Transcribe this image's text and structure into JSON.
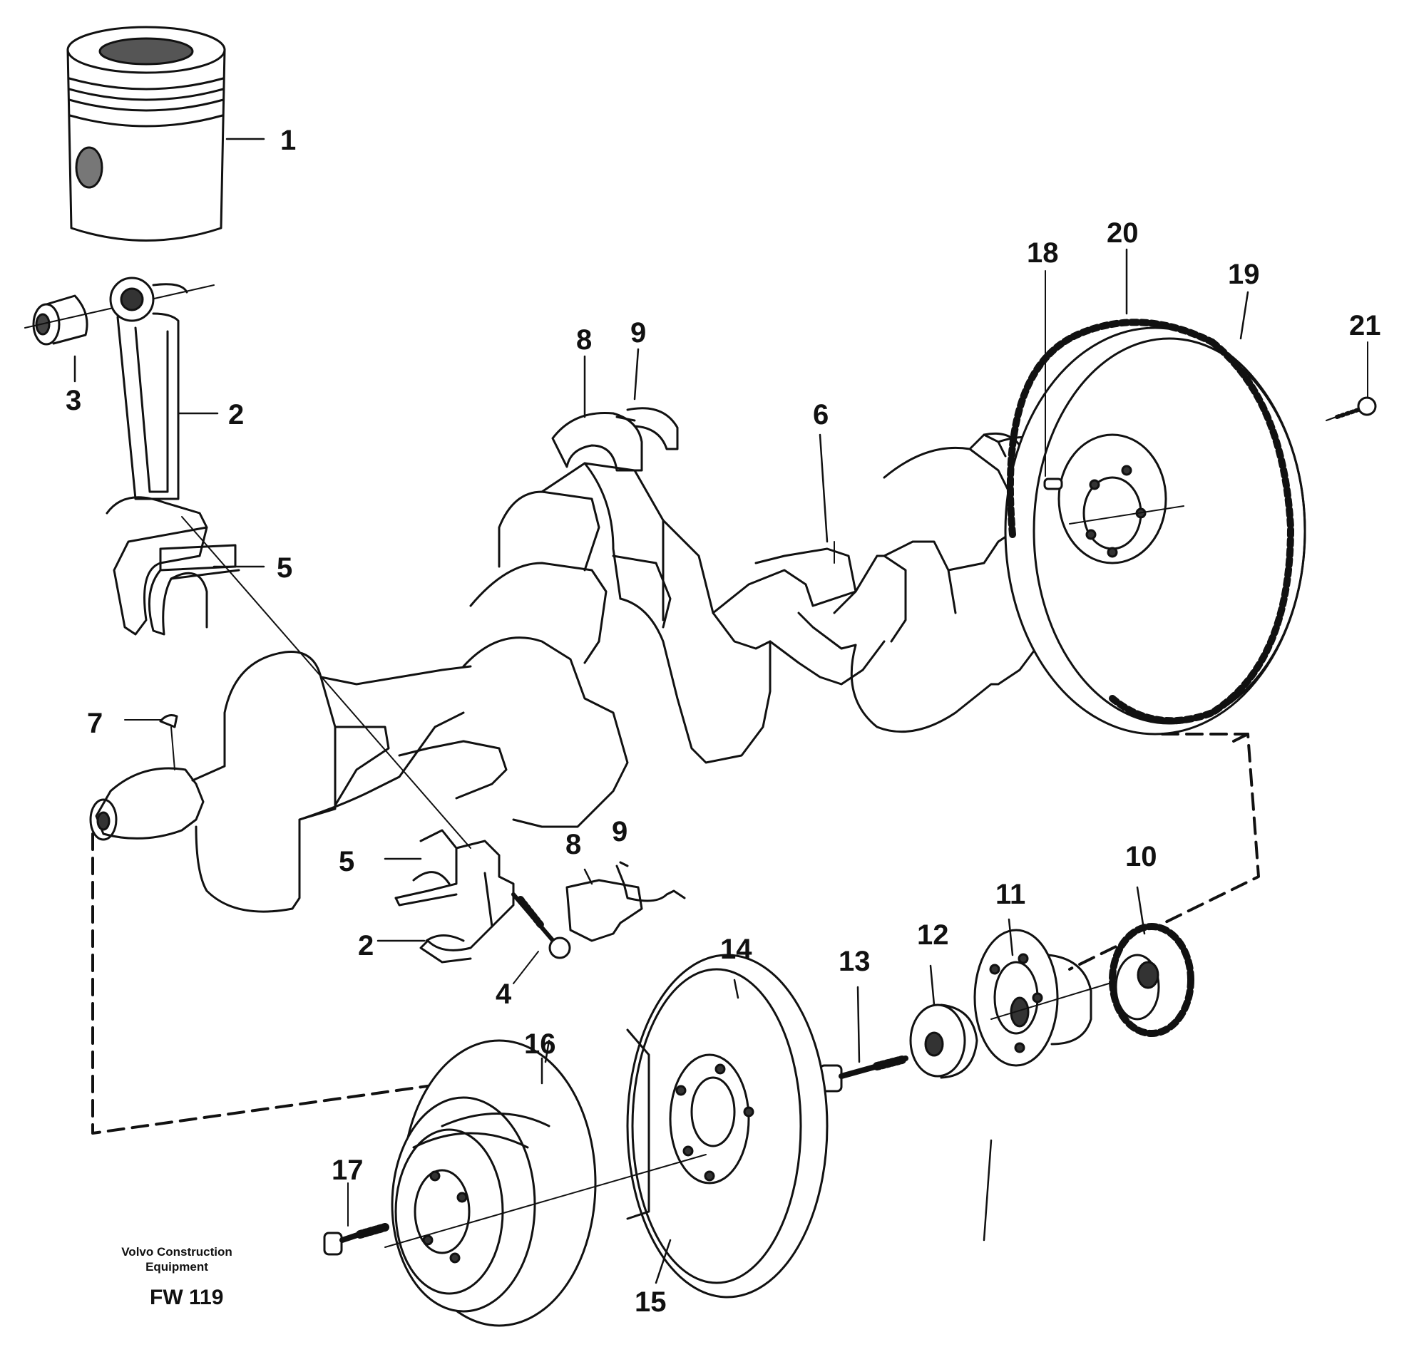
{
  "diagram": {
    "callouts": [
      {
        "id": "c1",
        "text": "1"
      },
      {
        "id": "c2a",
        "text": "2"
      },
      {
        "id": "c3",
        "text": "3"
      },
      {
        "id": "c5a",
        "text": "5"
      },
      {
        "id": "c8a",
        "text": "8"
      },
      {
        "id": "c9a",
        "text": "9"
      },
      {
        "id": "c6",
        "text": "6"
      },
      {
        "id": "c18",
        "text": "18"
      },
      {
        "id": "c20",
        "text": "20"
      },
      {
        "id": "c19",
        "text": "19"
      },
      {
        "id": "c21",
        "text": "21"
      },
      {
        "id": "c7",
        "text": "7"
      },
      {
        "id": "c5b",
        "text": "5"
      },
      {
        "id": "c8b",
        "text": "8"
      },
      {
        "id": "c9b",
        "text": "9"
      },
      {
        "id": "c10",
        "text": "10"
      },
      {
        "id": "c11",
        "text": "11"
      },
      {
        "id": "c12",
        "text": "12"
      },
      {
        "id": "c13",
        "text": "13"
      },
      {
        "id": "c14",
        "text": "14"
      },
      {
        "id": "c2b",
        "text": "2"
      },
      {
        "id": "c4",
        "text": "4"
      },
      {
        "id": "c16",
        "text": "16"
      },
      {
        "id": "c17",
        "text": "17"
      },
      {
        "id": "c15",
        "text": "15"
      }
    ],
    "maker_line1": "Volvo Construction",
    "maker_line2": "Equipment",
    "figure_code": "FW 119"
  }
}
